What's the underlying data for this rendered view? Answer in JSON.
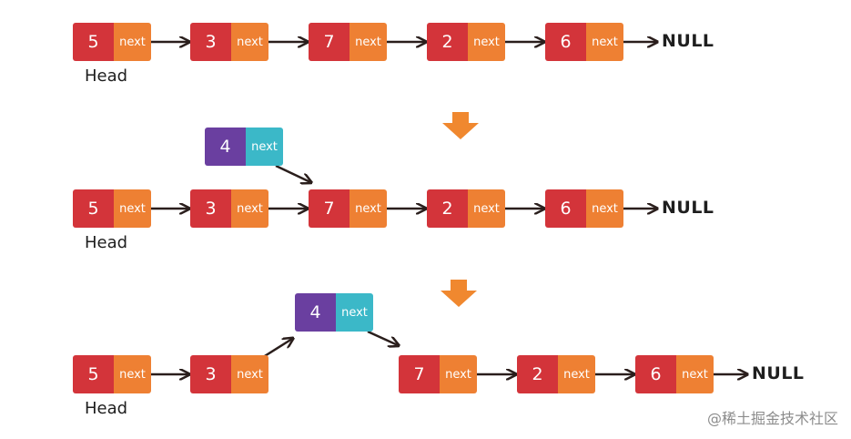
{
  "colors": {
    "data_red": "#d3343a",
    "next_orange": "#ee8033",
    "inserted_purple": "#6a3fa0",
    "inserted_teal": "#3bb8c8",
    "arrow": "#2a1e1c",
    "step_arrow": "#f0882f"
  },
  "labels": {
    "next": "next",
    "null": "NULL",
    "head": "Head"
  },
  "rows": [
    {
      "values": [
        "5",
        "3",
        "7",
        "2",
        "6"
      ]
    },
    {
      "values": [
        "5",
        "3",
        "7",
        "2",
        "6"
      ],
      "inserted": "4"
    },
    {
      "values": [
        "5",
        "3",
        "7",
        "2",
        "6"
      ],
      "inserted": "4"
    }
  ],
  "watermark": "@稀土掘金技术社区"
}
